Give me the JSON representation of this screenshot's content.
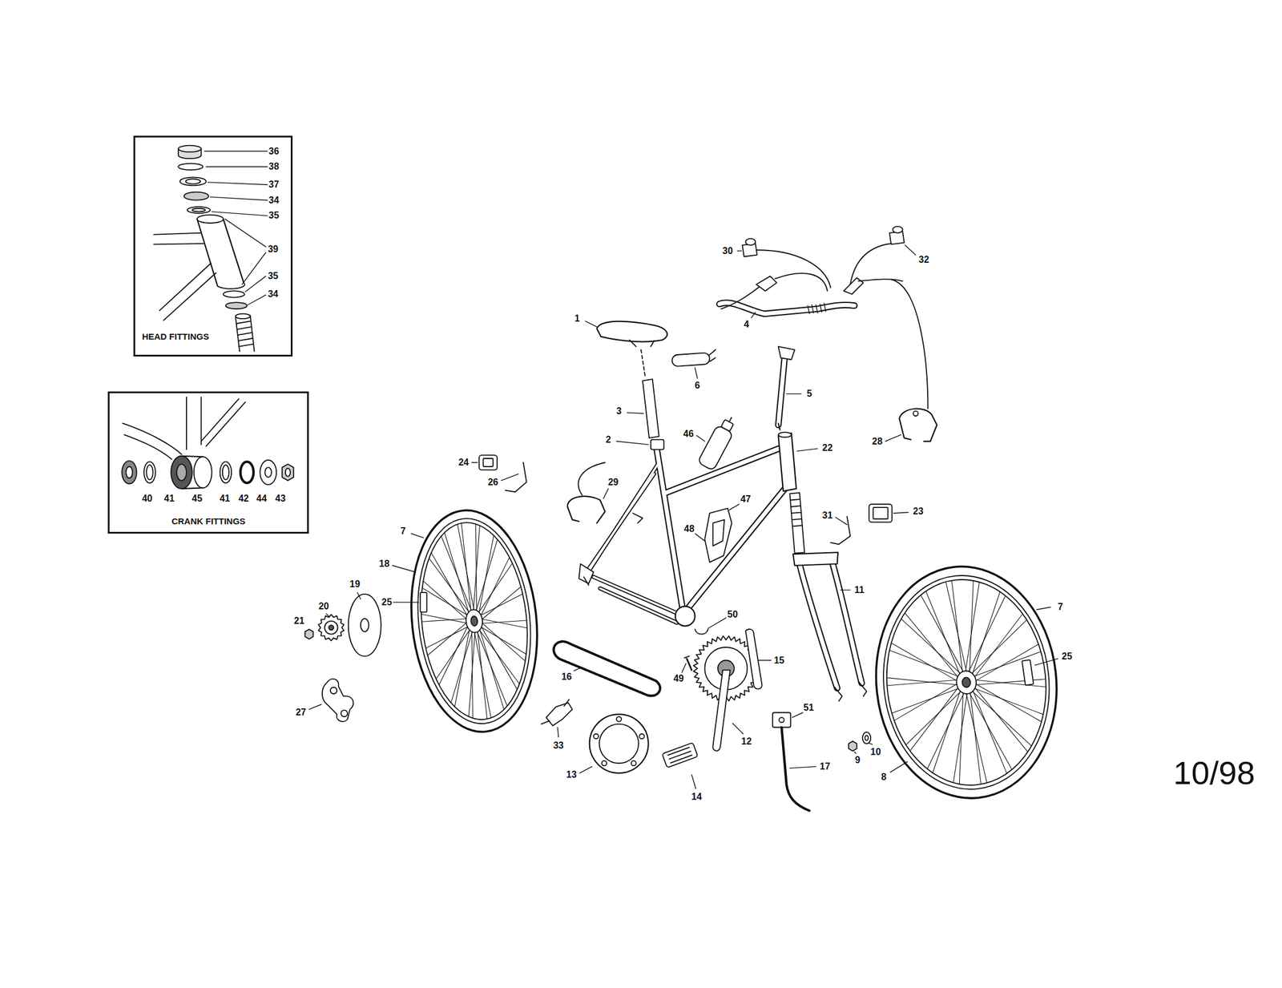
{
  "diagram": {
    "nodes": [
      {
        "text": [
          "HEAD FITTINGS"
        ]
      },
      {
        "text": [
          "CRANK FITTINGS"
        ]
      }
    ],
    "labels": [
      "36",
      "38",
      "37",
      "34",
      "35",
      "39",
      "35",
      "34",
      "40",
      "41",
      "45",
      "41",
      "42",
      "44",
      "43",
      "30",
      "32",
      "4",
      "1",
      "6",
      "5",
      "3",
      "46",
      "2",
      "22",
      "28",
      "24",
      "26",
      "29",
      "47",
      "31",
      "23",
      "48",
      "7",
      "18",
      "19",
      "11",
      "25",
      "20",
      "21",
      "50",
      "7",
      "25",
      "15",
      "49",
      "16",
      "27",
      "51",
      "33",
      "12",
      "13",
      "10",
      "9",
      "17",
      "14",
      "8",
      "10/98"
    ]
  }
}
